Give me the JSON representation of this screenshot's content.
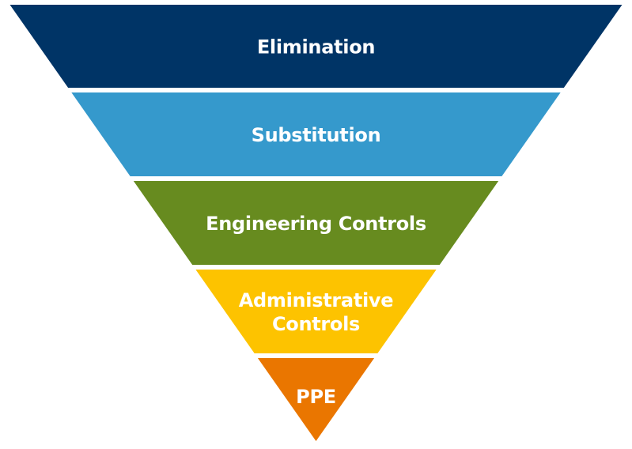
{
  "levels": [
    {
      "lines": [
        "Elimination"
      ],
      "color": "#003466"
    },
    {
      "lines": [
        "Substitution"
      ],
      "color": "#3599cc"
    },
    {
      "lines": [
        "Engineering Controls"
      ],
      "color": "#678b1f"
    },
    {
      "lines": [
        "Administrative",
        "Controls"
      ],
      "color": "#fdc300"
    },
    {
      "lines": [
        "PPE"
      ],
      "color": "#ea7600"
    }
  ]
}
